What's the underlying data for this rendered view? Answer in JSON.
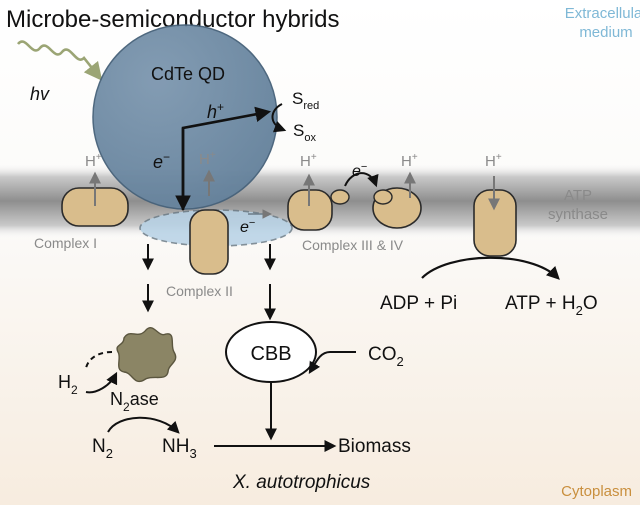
{
  "title": "Microbe-semiconductor hybrids",
  "regions": {
    "extracellular_line1": "Extracellular",
    "extracellular_line2": "medium",
    "cytoplasm": "Cytoplasm"
  },
  "light": {
    "label": "hv"
  },
  "quantum_dot": {
    "label": "CdTe QD",
    "hole_base": "h",
    "hole_sup": "+",
    "electron_base": "e",
    "electron_sup": "−"
  },
  "sacrificial": {
    "red_base": "S",
    "red_sub": "red",
    "ox_base": "S",
    "ox_sub": "ox"
  },
  "protons": {
    "base": "H",
    "sup": "+"
  },
  "membrane_electron": {
    "base": "e",
    "sup": "−"
  },
  "complexes": {
    "complex_1": "Complex I",
    "complex_2": "Complex II",
    "complex_3_4": "Complex III & IV",
    "atp_synthase_line1": "ATP",
    "atp_synthase_line2": "synthase"
  },
  "atp_reaction": {
    "substrate": "ADP + Pi",
    "product_base": "ATP + H",
    "product_sub": "2",
    "product_tail": "O"
  },
  "nitrogenase": {
    "label_base": "N",
    "label_sub": "2",
    "label_tail": "ase"
  },
  "hydrogen": {
    "base": "H",
    "sub": "2"
  },
  "nitrogen": {
    "base": "N",
    "sub": "2"
  },
  "ammonia": {
    "base": "NH",
    "sub": "3"
  },
  "cbb": {
    "label": "CBB"
  },
  "co2": {
    "base": "CO",
    "sub": "2"
  },
  "biomass": "Biomass",
  "organism": "X. autotrophicus",
  "colors": {
    "quantum_dot_fill": "#6f8ba4",
    "quantum_dot_stroke": "#47627a",
    "membrane_dark": "#8e8e8e",
    "protein_fill": "#d9bd8c",
    "protein_stroke": "#2b2b2b",
    "electron_pool": "#b7d2e6",
    "light_wave": "#9ba575",
    "extracellular_text": "#7fb8d6",
    "cytoplasm_text": "#c98f3e",
    "nitrogenase_fill": "#8b8565"
  }
}
